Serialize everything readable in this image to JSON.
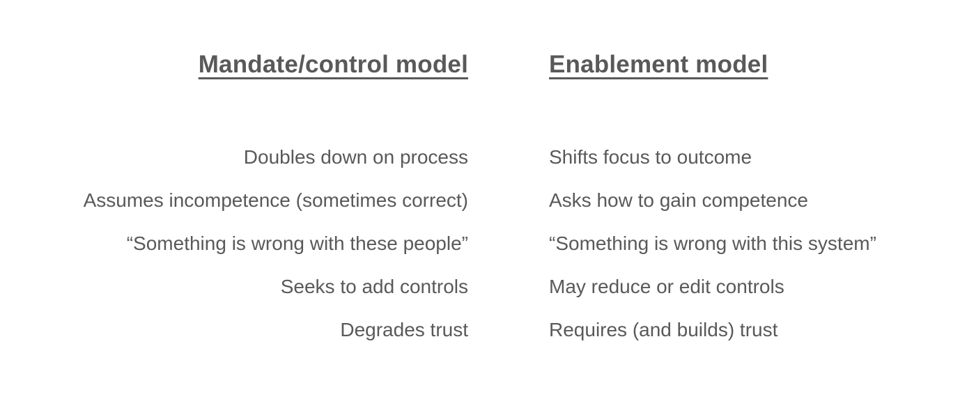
{
  "slide": {
    "background_color": "#ffffff",
    "text_color": "#595959",
    "columns": [
      {
        "heading": "Mandate/control model",
        "items": [
          "Doubles down on process",
          "Assumes incompetence (sometimes correct)",
          "“Something is wrong with these people”",
          "Seeks to add controls",
          "Degrades trust"
        ]
      },
      {
        "heading": "Enablement model",
        "items": [
          "Shifts focus to outcome",
          "Asks how to gain competence",
          "“Something is wrong with this system”",
          "May reduce or edit controls",
          "Requires (and builds) trust"
        ]
      }
    ]
  }
}
